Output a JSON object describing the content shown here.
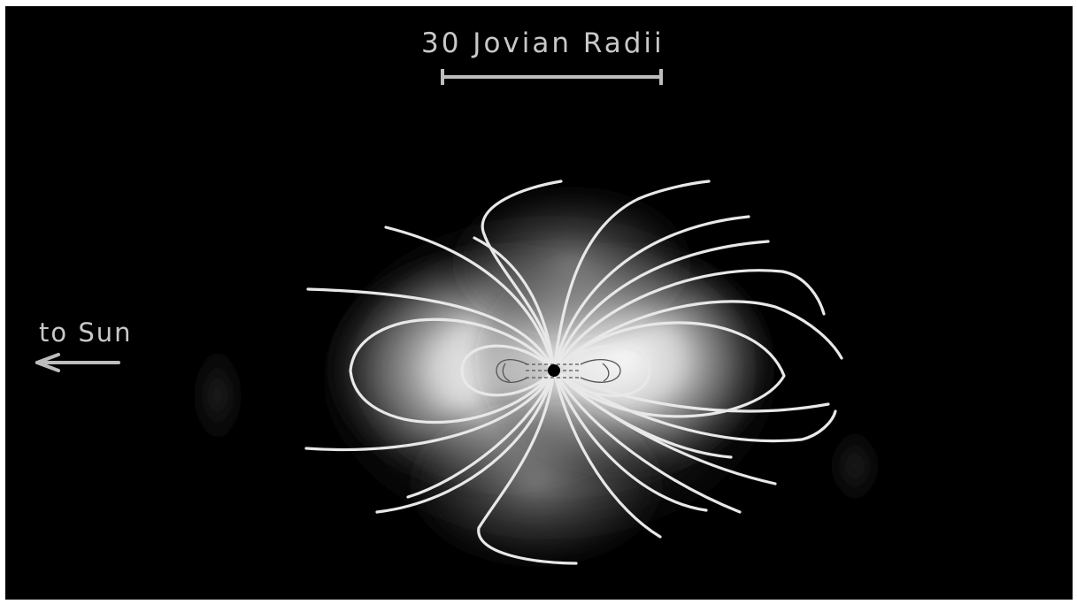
{
  "figure": {
    "scale_bar_label": "30 Jovian Radii",
    "sun_direction_label": "to Sun",
    "colors": {
      "background": "#000000",
      "field_lines": "#e8e8e8",
      "glow": "#ffffff",
      "label": "#c8c8c8",
      "planet": "#000000"
    },
    "icons": {
      "sun_arrow": "left-arrow-icon",
      "scale_bar": "scale-bar"
    }
  }
}
